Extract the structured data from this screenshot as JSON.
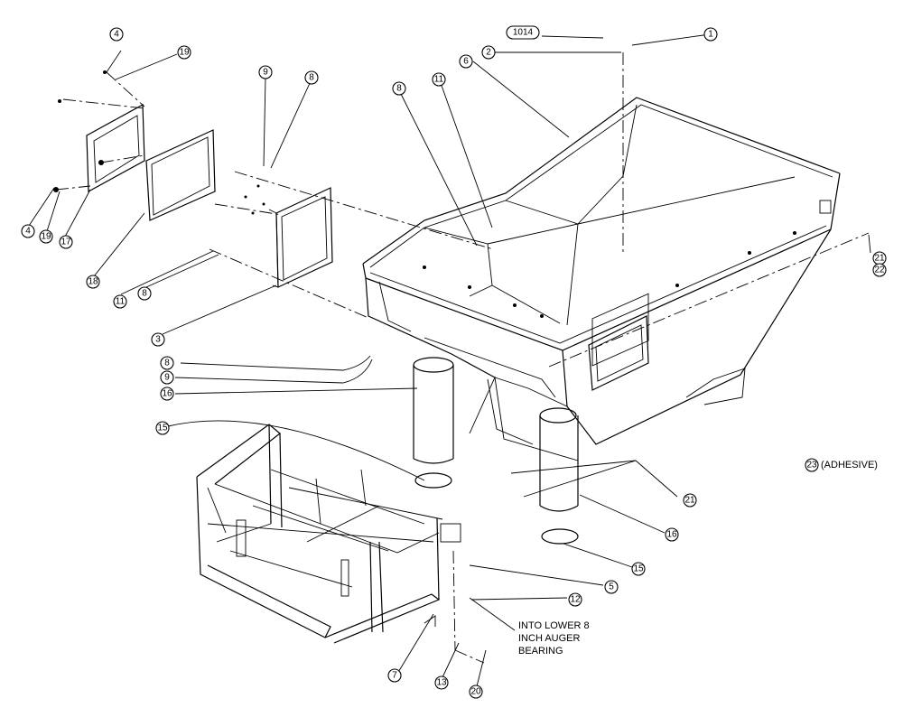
{
  "callouts": {
    "c1": "1",
    "c2": "2",
    "c1014": "1014",
    "c6": "6",
    "c4a": "4",
    "c19a": "19",
    "c4b": "4",
    "c19b": "19",
    "c17": "17",
    "c18": "18",
    "c9a": "9",
    "c8a": "8",
    "c11a": "11",
    "c8b": "8",
    "c3": "3",
    "c8c": "8",
    "c11b": "11",
    "c21a": "21",
    "c22": "22",
    "c8d": "8",
    "c9b": "9",
    "c16a": "16",
    "c15a": "15",
    "c21b": "21",
    "c16b": "16",
    "c15b": "15",
    "c23": "23",
    "c5": "5",
    "c12": "12",
    "c7": "7",
    "c13": "13",
    "c20": "20"
  },
  "notes": {
    "adhesive": "(ADHESIVE)",
    "auger_line1": "INTO LOWER 8",
    "auger_line2": "INCH AUGER",
    "auger_line3": "BEARING"
  }
}
